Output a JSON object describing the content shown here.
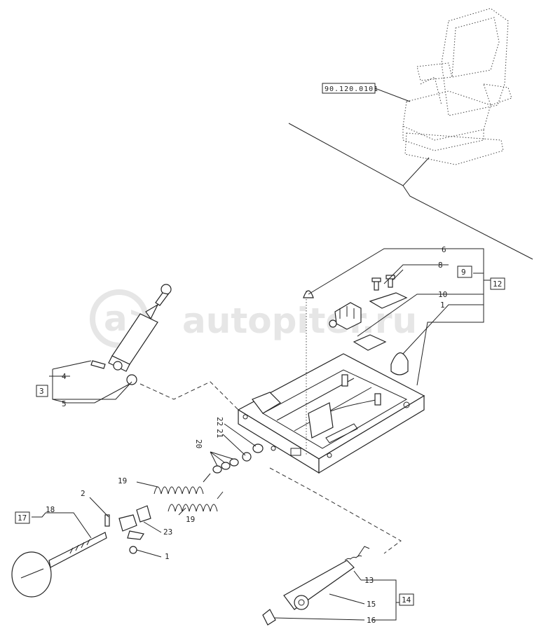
{
  "watermark": {
    "text": "autopiter.ru",
    "logo": "a>"
  },
  "reference": {
    "label": "90.120.0101"
  },
  "callouts": {
    "c1": "1",
    "c1b": "1",
    "c2": "2",
    "c3": "3",
    "c4": "4",
    "c5": "5",
    "c6": "6",
    "c8": "8",
    "c9": "9",
    "c10": "10",
    "c12": "12",
    "c13": "13",
    "c14": "14",
    "c15": "15",
    "c16": "16",
    "c17": "17",
    "c18": "18",
    "c19a": "19",
    "c19b": "19",
    "c20": "20",
    "c21": "21",
    "c22": "22",
    "c23": "23"
  }
}
